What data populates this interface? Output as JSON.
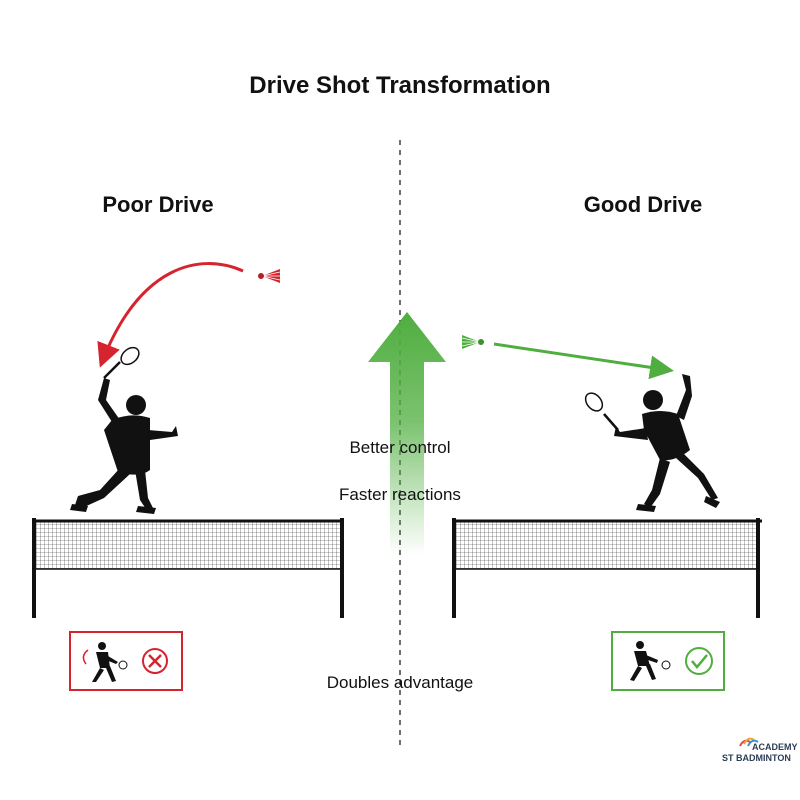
{
  "title": "Drive Shot Transformation",
  "left_panel": {
    "heading": "Poor Drive",
    "status_icon": "cross-circle-icon"
  },
  "right_panel": {
    "heading": "Good Drive",
    "status_icon": "check-circle-icon"
  },
  "benefits": [
    "Better control",
    "Faster reactions",
    "Doubles advantage"
  ],
  "logo": {
    "line1": "ACADEMY",
    "line2": "ST BADMINTON"
  },
  "colors": {
    "poor": "#d6242f",
    "good": "#4fae3f",
    "ink": "#111111"
  }
}
